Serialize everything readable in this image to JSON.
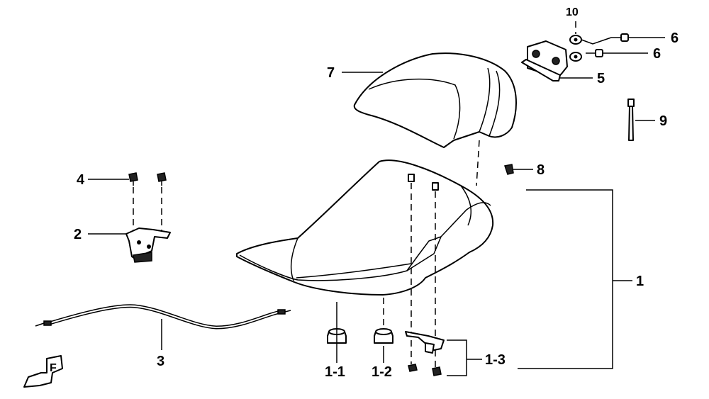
{
  "labels": {
    "p1": "1",
    "p1_1": "1-1",
    "p1_2": "1-2",
    "p1_3": "1-3",
    "p2": "2",
    "p3": "3",
    "p4": "4",
    "p5": "5",
    "p6a": "6",
    "p6b": "6",
    "p7": "7",
    "p8": "8",
    "p9": "9",
    "p10": "10",
    "front_arrow": "F"
  }
}
